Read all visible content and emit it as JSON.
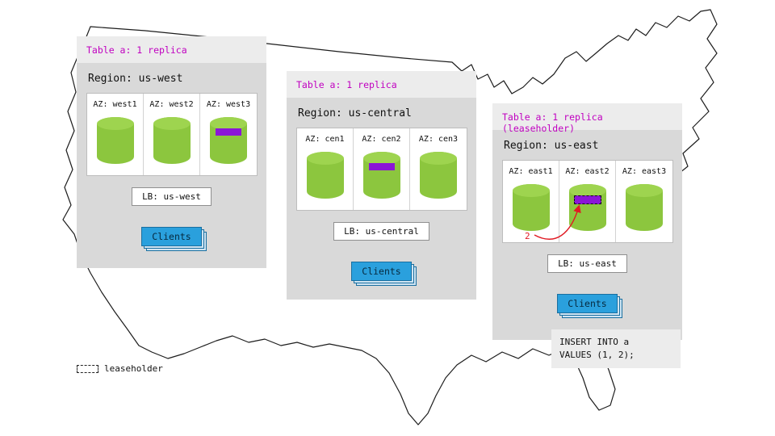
{
  "colors": {
    "accent_magenta": "#c000c0",
    "cylinder_green": "#8cc63e",
    "replica_purple": "#8b16d6",
    "client_blue": "#2aa0dd",
    "arrow_red": "#e01b24"
  },
  "regions": [
    {
      "table_label": "Table a: 1 replica",
      "region_label": "Region: us-west",
      "lb_label": "LB: us-west",
      "clients_label": "Clients",
      "azs": [
        {
          "label": "AZ: west1",
          "replica": false,
          "leaseholder": false
        },
        {
          "label": "AZ: west2",
          "replica": false,
          "leaseholder": false
        },
        {
          "label": "AZ: west3",
          "replica": true,
          "leaseholder": false
        }
      ]
    },
    {
      "table_label": "Table a: 1 replica",
      "region_label": "Region: us-central",
      "lb_label": "LB: us-central",
      "clients_label": "Clients",
      "azs": [
        {
          "label": "AZ: cen1",
          "replica": false,
          "leaseholder": false
        },
        {
          "label": "AZ: cen2",
          "replica": true,
          "leaseholder": false
        },
        {
          "label": "AZ: cen3",
          "replica": false,
          "leaseholder": false
        }
      ]
    },
    {
      "table_label": "Table a: 1 replica (leaseholder)",
      "region_label": "Region: us-east",
      "lb_label": "LB: us-east",
      "clients_label": "Clients",
      "azs": [
        {
          "label": "AZ: east1",
          "replica": false,
          "leaseholder": false
        },
        {
          "label": "AZ: east2",
          "replica": false,
          "leaseholder": true
        },
        {
          "label": "AZ: east3",
          "replica": false,
          "leaseholder": false
        }
      ]
    }
  ],
  "annotation": {
    "number": "2"
  },
  "sql": {
    "line1": "INSERT INTO a",
    "line2": "VALUES (1, 2);"
  },
  "legend": {
    "label": "leaseholder"
  }
}
